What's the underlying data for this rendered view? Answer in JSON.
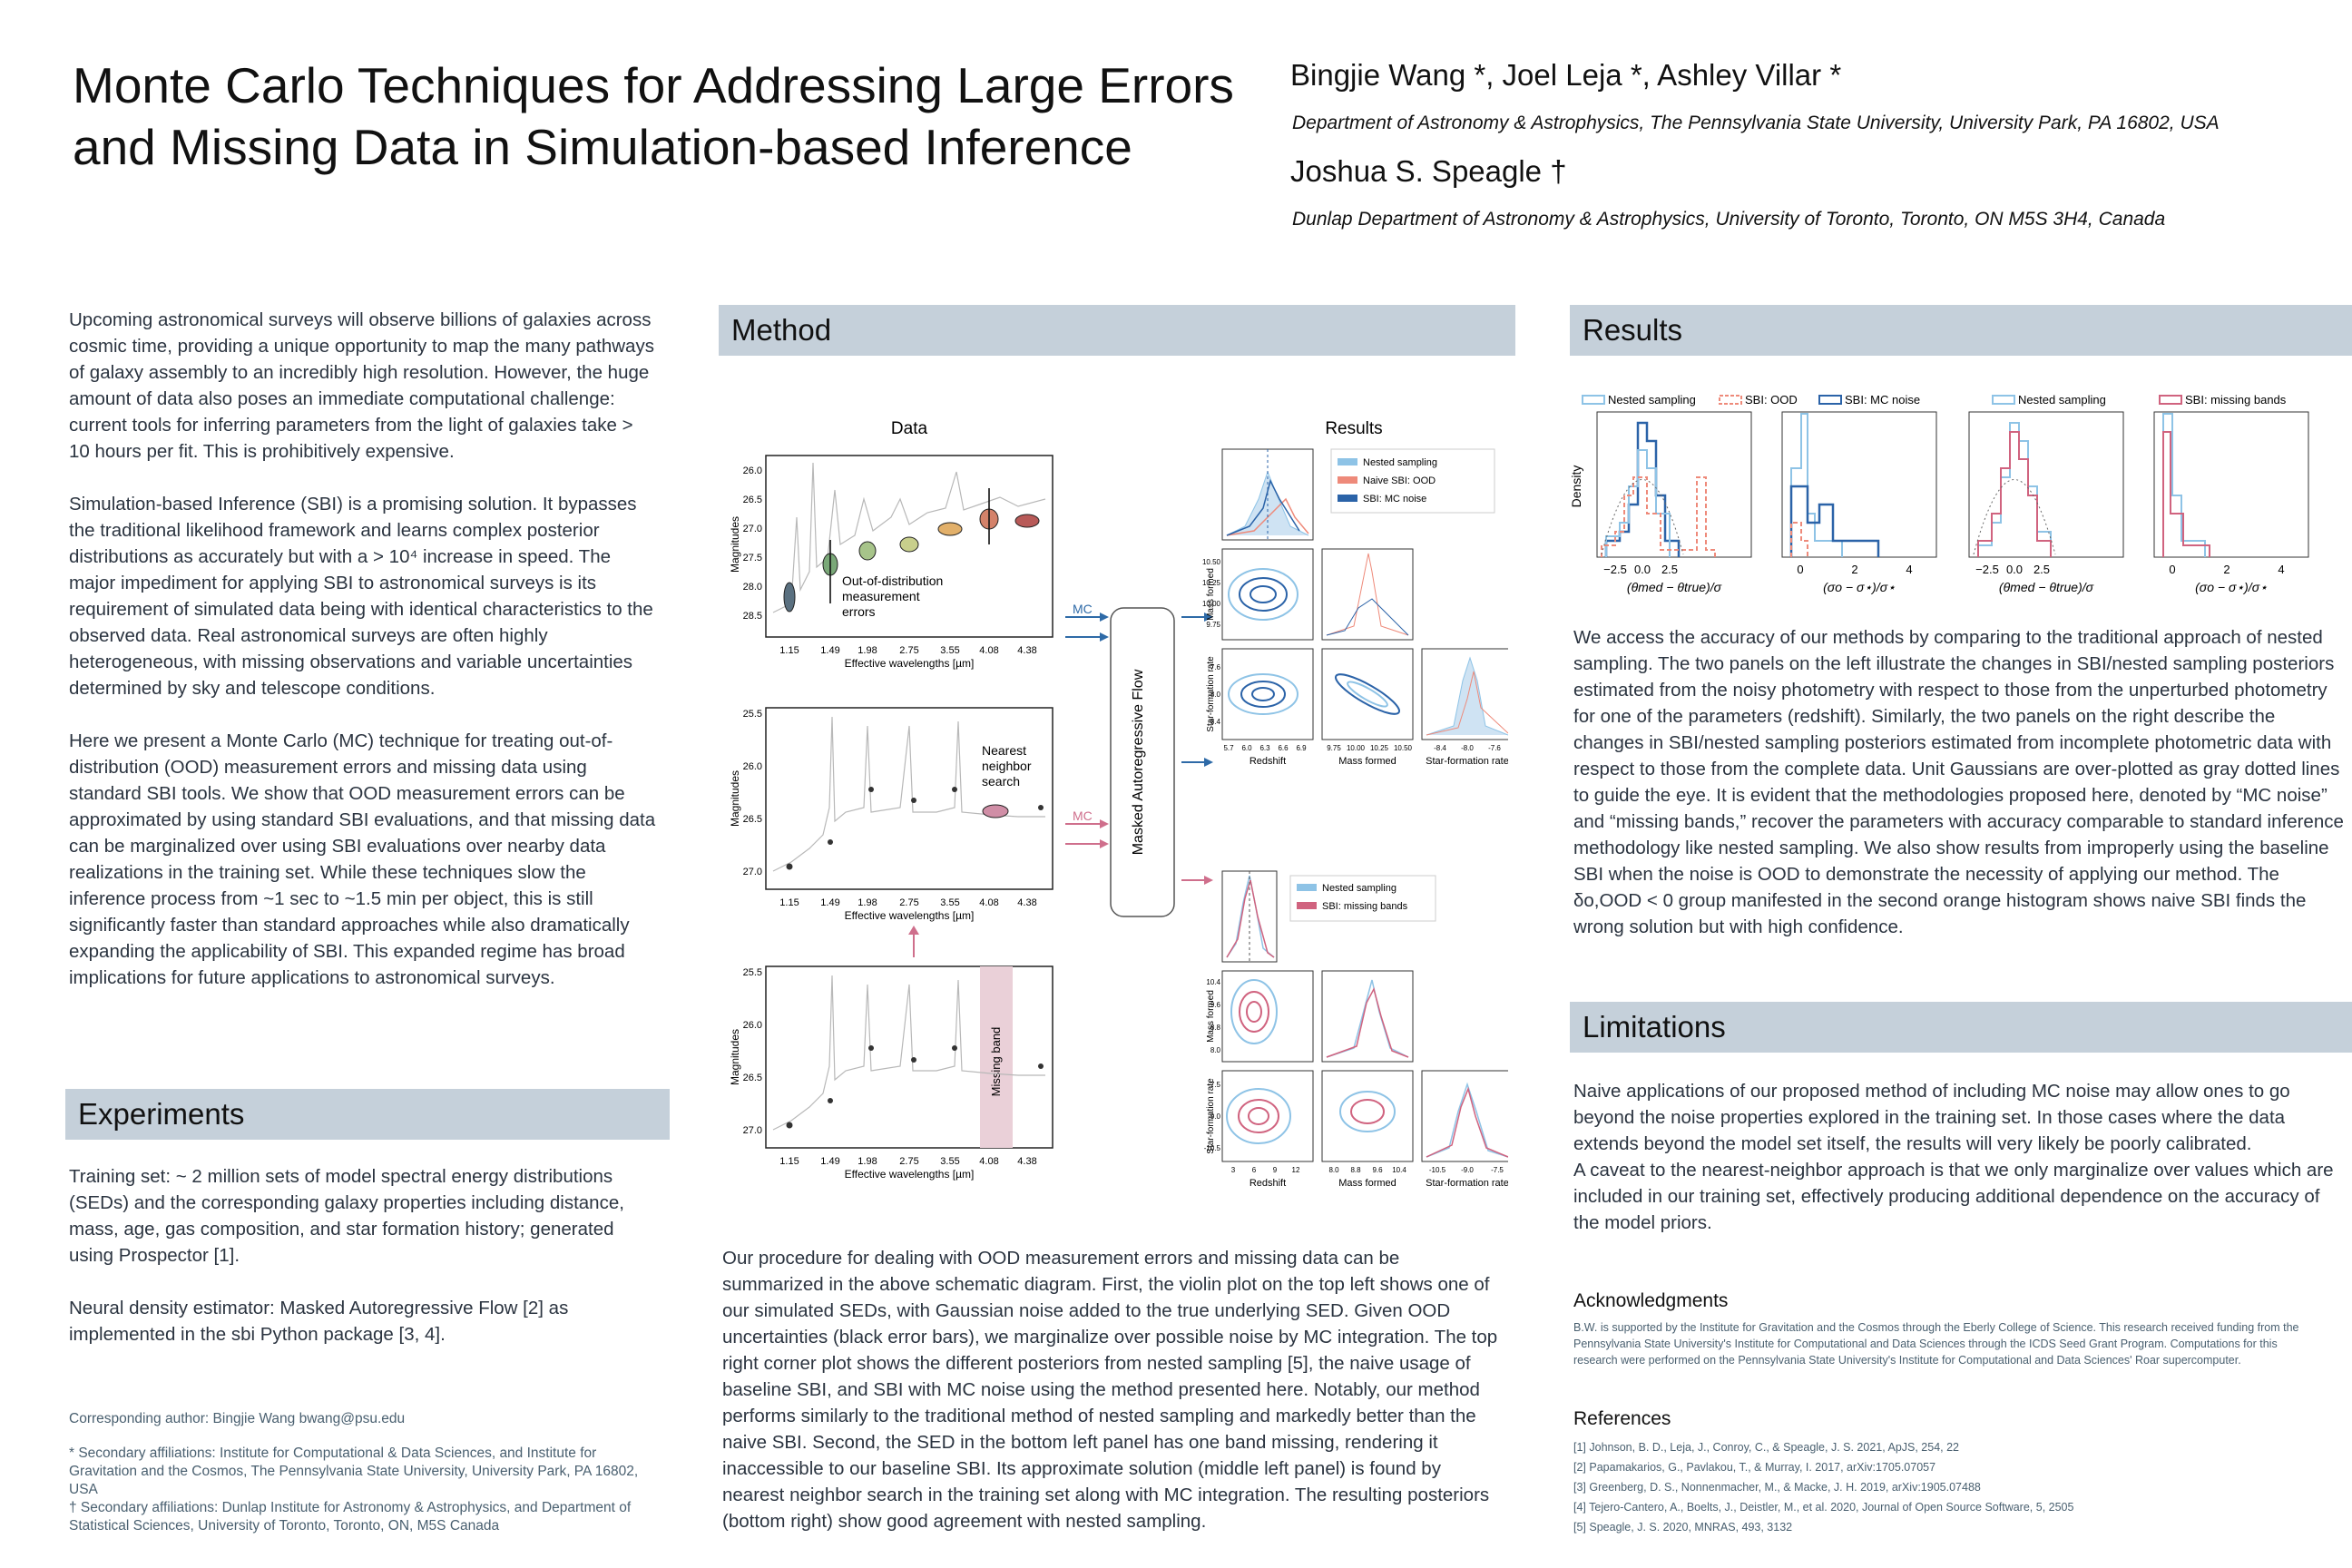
{
  "header": {
    "title_line1": "Monte Carlo Techniques for Addressing Large Errors",
    "title_line2": "and Missing Data in Simulation-based Inference",
    "authors1": "Bingjie Wang *, Joel Leja *, Ashley Villar *",
    "affil1": "Department of Astronomy & Astrophysics, The Pennsylvania State University, University Park, PA 16802, USA",
    "authors2": "Joshua S. Speagle †",
    "affil2": "Dunlap Department of Astronomy & Astrophysics, University of Toronto, Toronto, ON M5S 3H4, Canada"
  },
  "intro": {
    "p1": "Upcoming astronomical surveys will observe billions of galaxies across cosmic time, providing a unique opportunity to map the many pathways of galaxy assembly to an incredibly high resolution. However, the huge amount of data also poses an immediate computational challenge: current tools for inferring parameters from the light of galaxies take > 10 hours per fit. This is prohibitively expensive.",
    "p2": "Simulation-based Inference (SBI) is a promising solution. It bypasses the traditional likelihood framework and learns complex posterior distributions as accurately but with a > 10⁴ increase in speed. The major impediment for applying SBI to astronomical surveys is its requirement of simulated data being with identical characteristics to the observed data. Real astronomical surveys are often highly heterogeneous, with missing observations and variable uncertainties determined by sky and telescope conditions.",
    "p3": "Here we present a Monte Carlo (MC) technique for treating out-of-distribution (OOD) measurement errors and missing data using standard SBI tools. We show that OOD measurement errors can be approximated by using standard SBI evaluations, and that missing data can be marginalized over using SBI evaluations over nearby data realizations in the training set. While these techniques slow the inference process from ~1 sec to ~1.5 min per object, this is still significantly faster than standard approaches while also dramatically expanding the applicability of SBI. This expanded regime has broad implications for future applications to astronomical surveys."
  },
  "experiments": {
    "heading": "Experiments",
    "p1": "Training set: ~ 2 million sets of model spectral energy distributions (SEDs) and the corresponding galaxy properties including distance, mass, age, gas composition, and star formation history; generated using Prospector [1].",
    "p2": "Neural density estimator: Masked Autoregressive Flow [2] as implemented in the sbi Python package [3, 4]."
  },
  "footer": {
    "corresponding": "Corresponding author: Bingjie Wang bwang@psu.edu",
    "secondary1": "* Secondary affiliations: Institute for Computational & Data Sciences, and Institute for Gravitation and the Cosmos, The Pennsylvania State University, University Park, PA 16802, USA",
    "secondary2": "† Secondary affiliations: Dunlap Institute for Astronomy & Astrophysics, and Department of Statistical Sciences, University of Toronto, Toronto, ON, M5S Canada"
  },
  "method": {
    "heading": "Method",
    "data_label": "Data",
    "results_label": "Results",
    "mc_label": "MC",
    "maf_label": "Masked Autoregressive Flow",
    "ood_annotation": "Out-of-distribution measurement errors",
    "nn_annotation": "Nearest neighbor search",
    "missing_band": "Missing band",
    "ylabel_mag": "Magnitudes",
    "xlabel_wl": "Effective wavelengths [µm]",
    "xticks": [
      "1.15",
      "1.49",
      "1.98",
      "2.75",
      "3.55",
      "4.08",
      "4.38"
    ],
    "yticks_top": [
      "26.0",
      "26.5",
      "27.0",
      "27.5",
      "28.0",
      "28.5"
    ],
    "yticks_mid": [
      "25.5",
      "26.0",
      "26.5",
      "27.0"
    ],
    "legend_top": [
      "Nested sampling",
      "Naive SBI: OOD",
      "SBI: MC noise"
    ],
    "legend_bottom": [
      "Nested sampling",
      "SBI: missing bands"
    ],
    "corner_xlabels": [
      "Redshift",
      "Mass formed",
      "Star-formation rate"
    ],
    "corner_ylabels": [
      "Mass formed",
      "Star-formation rate"
    ],
    "corner_top_xticks": [
      "5.7",
      "6.0",
      "6.3",
      "6.6",
      "6.9",
      "9.75",
      "10.00",
      "10.25",
      "10.50",
      "-8.4",
      "-8.0",
      "-7.6"
    ],
    "corner_top_yticks": [
      "10.50",
      "10.25",
      "10.00",
      "9.75",
      "-7.6",
      "-8.0",
      "-8.4"
    ],
    "corner_bot_xticks": [
      "3",
      "6",
      "9",
      "12",
      "8.0",
      "8.8",
      "9.6",
      "10.4",
      "-10.5",
      "-9.0",
      "-7.5"
    ],
    "corner_bot_yticks": [
      "10.4",
      "9.6",
      "8.8",
      "8.0",
      "-7.5",
      "-9.0",
      "-10.5"
    ],
    "text": "Our procedure for dealing with OOD measurement errors and missing data can be summarized in the above schematic diagram. First, the violin plot on the top left shows one of our simulated SEDs, with Gaussian noise added to the true underlying SED. Given OOD uncertainties (black error bars), we marginalize over possible noise by MC integration. The top right corner plot shows the different posteriors from nested sampling [5], the naive usage of baseline SBI, and SBI with MC noise using the method presented here. Notably, our method performs similarly to the traditional method of nested sampling and markedly better than the naive SBI. Second, the SED in the bottom left panel has one band missing, rendering it inaccessible to our baseline SBI. Its approximate solution (middle left panel) is found by nearest neighbor search in the training set along with MC integration. The resulting posteriors (bottom right) show good agreement with nested sampling."
  },
  "results": {
    "heading": "Results",
    "legend1": [
      "Nested sampling",
      "SBI: OOD",
      "SBI: MC noise"
    ],
    "legend2": [
      "Nested sampling",
      "SBI: missing bands"
    ],
    "ylabel": "Density",
    "xticks_a": [
      "−2.5",
      "0.0",
      "2.5"
    ],
    "xticks_b": [
      "0",
      "2",
      "4"
    ],
    "xlabel_a": "(θmed − θtrue)/σ",
    "xlabel_b": "(σo − σ⋆)/σ⋆",
    "text": "We access the accuracy of our methods by comparing to the traditional approach of nested sampling. The two panels on the left illustrate the changes in SBI/nested sampling posteriors estimated from the noisy photometry with respect to those from the unperturbed photometry for one of the parameters (redshift). Similarly, the two panels on the right describe the changes in SBI/nested sampling posteriors estimated from incomplete photometric data with respect to those from the complete data. Unit Gaussians are over-plotted as gray dotted lines to guide the eye. It is evident that the methodologies proposed here, denoted by “MC noise” and “missing bands,” recover the parameters with accuracy comparable to standard inference methodology like nested sampling. We also show results from improperly using the baseline SBI when the noise is OOD to demonstrate the necessity of applying our method. The δo,OOD < 0 group manifested in the second orange histogram shows naive SBI finds the wrong solution but with high confidence."
  },
  "limitations": {
    "heading": "Limitations",
    "p1": "Naive applications of our proposed method of including MC noise may allow ones to go beyond the noise properties explored in the training set. In those cases where the data extends beyond the model set itself, the results will very likely be poorly calibrated.",
    "p2": "A caveat to the nearest-neighbor approach is that we only marginalize over values which are included in our training set, effectively producing additional dependence on the accuracy of the model priors."
  },
  "acknowledgments": {
    "heading": "Acknowledgments",
    "text": "B.W. is supported by the Institute for Gravitation and the Cosmos through the Eberly College of Science. This research received funding from the Pennsylvania State University's Institute for Computational and Data Sciences through the ICDS Seed Grant Program. Computations for this research were performed on the Pennsylvania State University's Institute for Computational and Data Sciences' Roar supercomputer."
  },
  "references": {
    "heading": "References",
    "items": [
      "[1] Johnson, B. D., Leja, J., Conroy, C., & Speagle, J. S. 2021, ApJS, 254, 22",
      "[2] Papamakarios, G., Pavlakou, T., & Murray, I. 2017, arXiv:1705.07057",
      "[3] Greenberg, D. S., Nonnenmacher, M., & Macke, J. H. 2019, arXiv:1905.07488",
      "[4] Tejero-Cantero, A., Boelts, J., Deistler, M., et al. 2020, Journal of Open Source Software, 5, 2505",
      "[5] Speagle, J. S. 2020, MNRAS, 493, 3132"
    ]
  },
  "colors": {
    "section_bg": "#c5d0da",
    "nested": "#8ec3e6",
    "ood": "#ee8a7a",
    "mc": "#2b63a8",
    "missing": "#d0637f",
    "band": "#ead0d8",
    "arrow_blue": "#2e6aa7",
    "arrow_pink": "#cf6f8c"
  }
}
